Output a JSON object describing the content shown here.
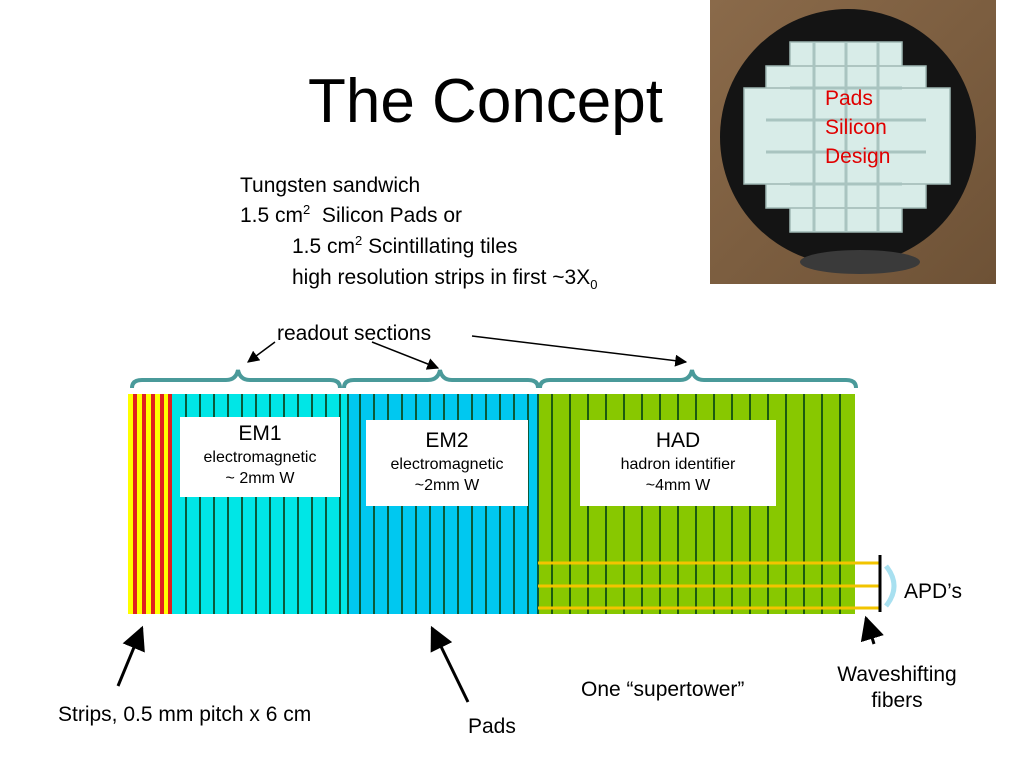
{
  "title": "The Concept",
  "spec": {
    "line1": "Tungsten  sandwich",
    "line2_a": "1.5 cm",
    "line2_sup": "2",
    "line2_b": "  Silicon Pads or",
    "line3_a": "1.5 cm",
    "line3_sup": "2",
    "line3_b": " Scintillating tiles",
    "line4_a": "high resolution strips in first ~3X",
    "line4_sub": "0"
  },
  "photo_labels": [
    "Pads",
    "Silicon",
    "Design"
  ],
  "readout_label": "readout sections",
  "sections": [
    {
      "name": "EM1",
      "desc": "electromagnetic",
      "absorber": "~ 2mm W"
    },
    {
      "name": "EM2",
      "desc": "electromagnetic",
      "absorber": "~2mm W"
    },
    {
      "name": "HAD",
      "desc": "hadron identifier",
      "absorber": "~4mm W"
    }
  ],
  "labels": {
    "apd": "APD’s",
    "fibers_1": "Waveshifting",
    "fibers_2": "fibers",
    "supertower": "One “supertower”",
    "strips": "Strips, 0.5 mm pitch x 6 cm",
    "pads": "Pads"
  },
  "colors": {
    "photo_label": "#e00000",
    "strips_yellow": "#ffff00",
    "strips_red": "#e02020",
    "em1_fill": "#00e6e6",
    "em2_fill": "#00c8f0",
    "had_fill": "#88c800",
    "brace": "#4a9a9a",
    "fiber": "#f2c400",
    "apd_arc": "#a8e0f0"
  }
}
